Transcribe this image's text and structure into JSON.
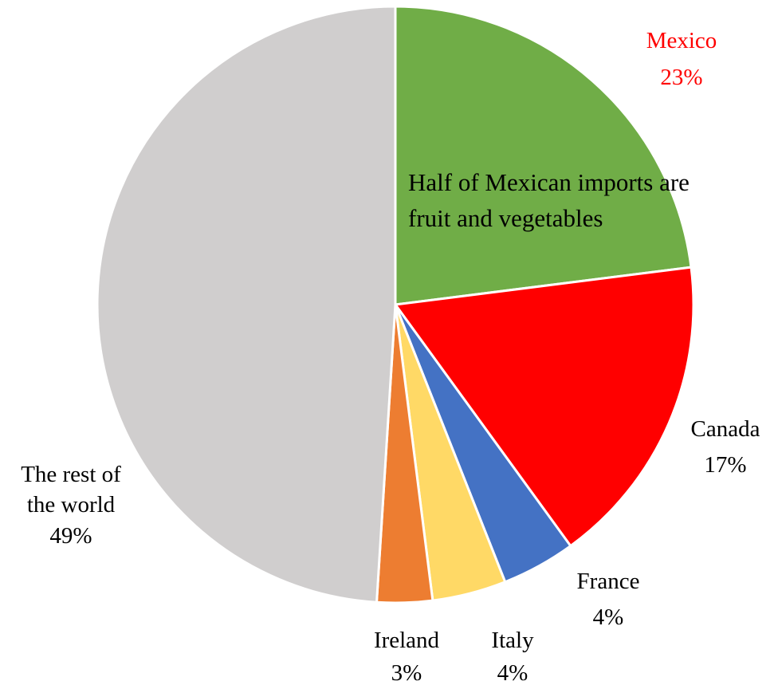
{
  "chart_data": {
    "type": "pie",
    "title": "",
    "slices": [
      {
        "name": "Mexico",
        "value": 23,
        "label": "23%",
        "color": "#70AD47",
        "label_color": "#FF0000"
      },
      {
        "name": "Canada",
        "value": 17,
        "label": "17%",
        "color": "#FF0000",
        "label_color": "#000000"
      },
      {
        "name": "France",
        "value": 4,
        "label": "4%",
        "color": "#4472C4",
        "label_color": "#000000"
      },
      {
        "name": "Italy",
        "value": 4,
        "label": "4%",
        "color": "#FFD966",
        "label_color": "#000000"
      },
      {
        "name": "Ireland",
        "value": 3,
        "label": "3%",
        "color": "#ED7D31",
        "label_color": "#000000"
      },
      {
        "name": "The rest of the world",
        "value": 49,
        "label": "49%",
        "color": "#D0CECE",
        "label_color": "#000000"
      }
    ],
    "annotation": {
      "line1": "Half of Mexican imports are",
      "line2": "fruit and vegetables"
    }
  }
}
